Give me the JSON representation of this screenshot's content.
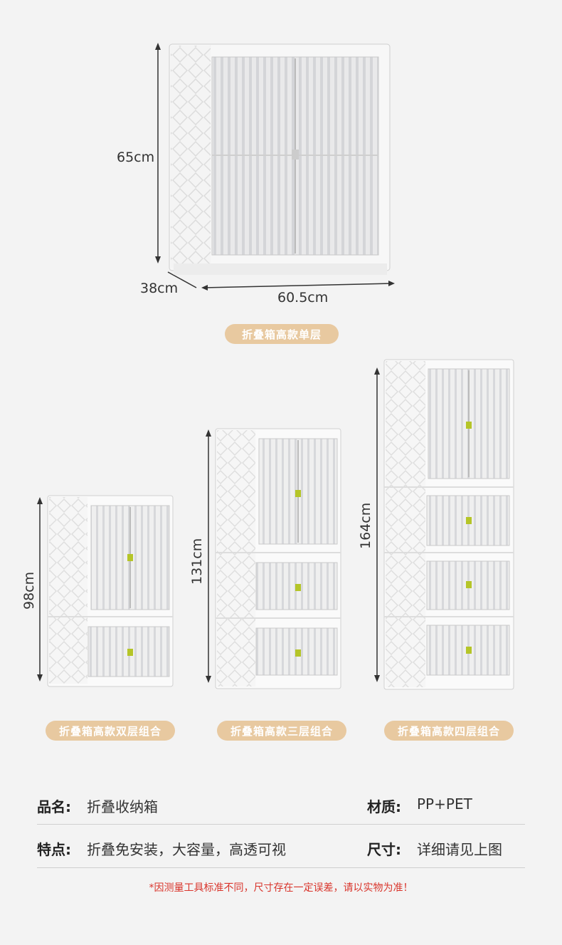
{
  "dimensions": {
    "height": "65cm",
    "depth": "38cm",
    "width": "60.5cm",
    "h_double": "98cm",
    "h_triple": "131cm",
    "h_quad": "164cm"
  },
  "labels": {
    "single": "折叠箱高款单层",
    "double": "折叠箱高款双层组合",
    "triple": "折叠箱高款三层组合",
    "quad": "折叠箱高款四层组合"
  },
  "specs": {
    "name_label": "品名:",
    "name_value": "折叠收纳箱",
    "material_label": "材质:",
    "material_value": "PP+PET",
    "feature_label": "特点:",
    "feature_value": "折叠免安装，大容量，高透可视",
    "size_label": "尺寸:",
    "size_value": "详细请见上图"
  },
  "note": "*因测量工具标准不同，尺寸存在一定误差，请以实物为准！",
  "colors": {
    "background": "#f3f3f3",
    "pill": "#e8c9a0",
    "note": "#d9342b",
    "handle": "#b5c528"
  }
}
